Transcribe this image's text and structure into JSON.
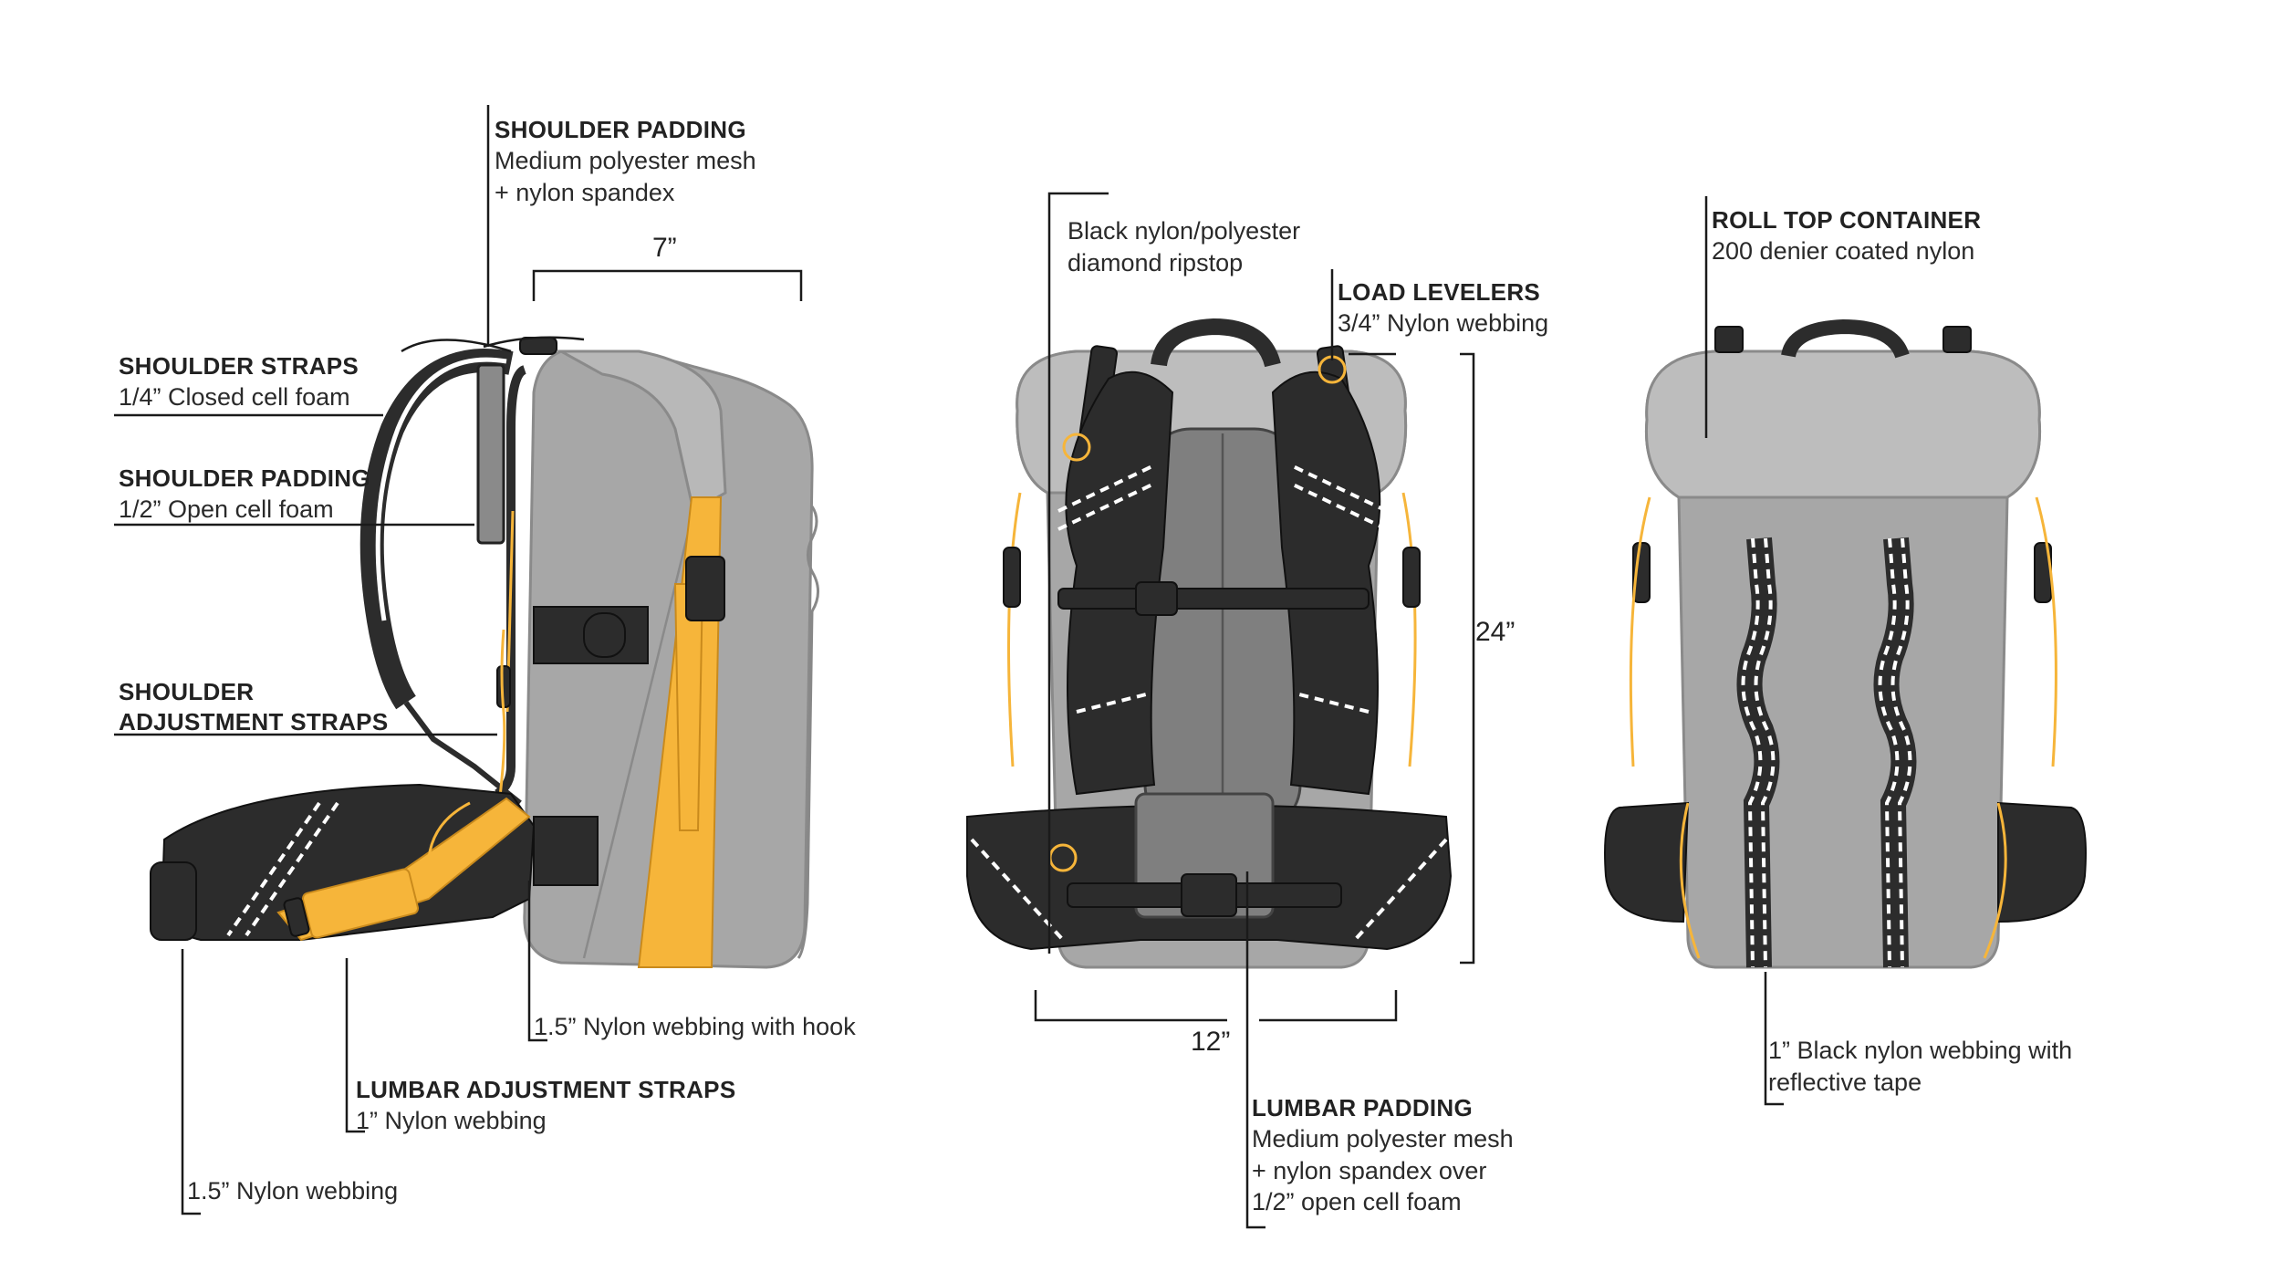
{
  "colors": {
    "body_gray": "#a7a7a7",
    "body_stroke": "#888888",
    "panel_gray": "#7f7f7f",
    "strap_black": "#2c2c2c",
    "accent_yellow": "#f6b53a",
    "leader_line": "#1a1a1a"
  },
  "views": {
    "side": {
      "labels": [
        {
          "title": "SHOULDER PADDING",
          "detail1": "Medium polyester mesh",
          "detail2": "+ nylon spandex"
        },
        {
          "title": "SHOULDER STRAPS",
          "detail1": "1/4” Closed cell foam"
        },
        {
          "title": "SHOULDER PADDING",
          "detail1": "1/2” Open cell foam"
        },
        {
          "title": "SHOULDER",
          "title2": "ADJUSTMENT STRAPS"
        },
        {
          "detail1": "1.5” Nylon webbing with hook"
        },
        {
          "title": "LUMBAR ADJUSTMENT STRAPS",
          "detail1": "1” Nylon webbing"
        },
        {
          "detail1": "1.5” Nylon webbing"
        }
      ],
      "dimension": "7”"
    },
    "back": {
      "labels": [
        {
          "detail1": "Black nylon/polyester",
          "detail2": "diamond ripstop"
        },
        {
          "title": "LOAD LEVELERS",
          "detail1": "3/4” Nylon webbing"
        },
        {
          "title": "LUMBAR PADDING",
          "detail1": "Medium polyester mesh",
          "detail2": "+ nylon spandex over",
          "detail3": "1/2” open cell foam"
        }
      ],
      "height_dimension": "24”",
      "width_dimension": "12”"
    },
    "front": {
      "labels": [
        {
          "title": "ROLL TOP CONTAINER",
          "detail1": "200 denier coated nylon"
        },
        {
          "detail1": "1” Black nylon webbing with",
          "detail2": "reflective tape"
        }
      ]
    }
  }
}
